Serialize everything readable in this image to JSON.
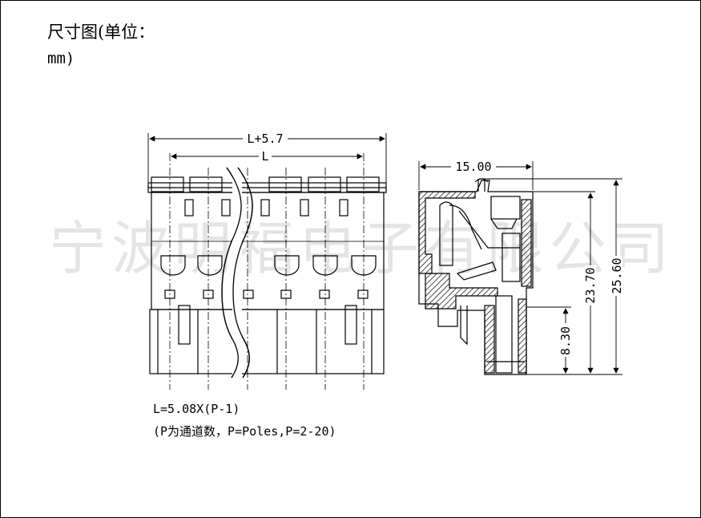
{
  "header": {
    "title": "尺寸图(单位：",
    "unit": "mm)"
  },
  "watermark": "宁波明福电子有限公司",
  "front_view": {
    "dim_overall": "L+5.7",
    "dim_pitch": "L"
  },
  "side_view": {
    "dim_width": "15.00",
    "dim_height_1": "23.70",
    "dim_height_2": "25.60",
    "dim_height_3": "8.30"
  },
  "notes": {
    "formula": "L=5.08X(P-1)",
    "explanation": "(P为通道数，P=Poles,P=2-20)"
  }
}
